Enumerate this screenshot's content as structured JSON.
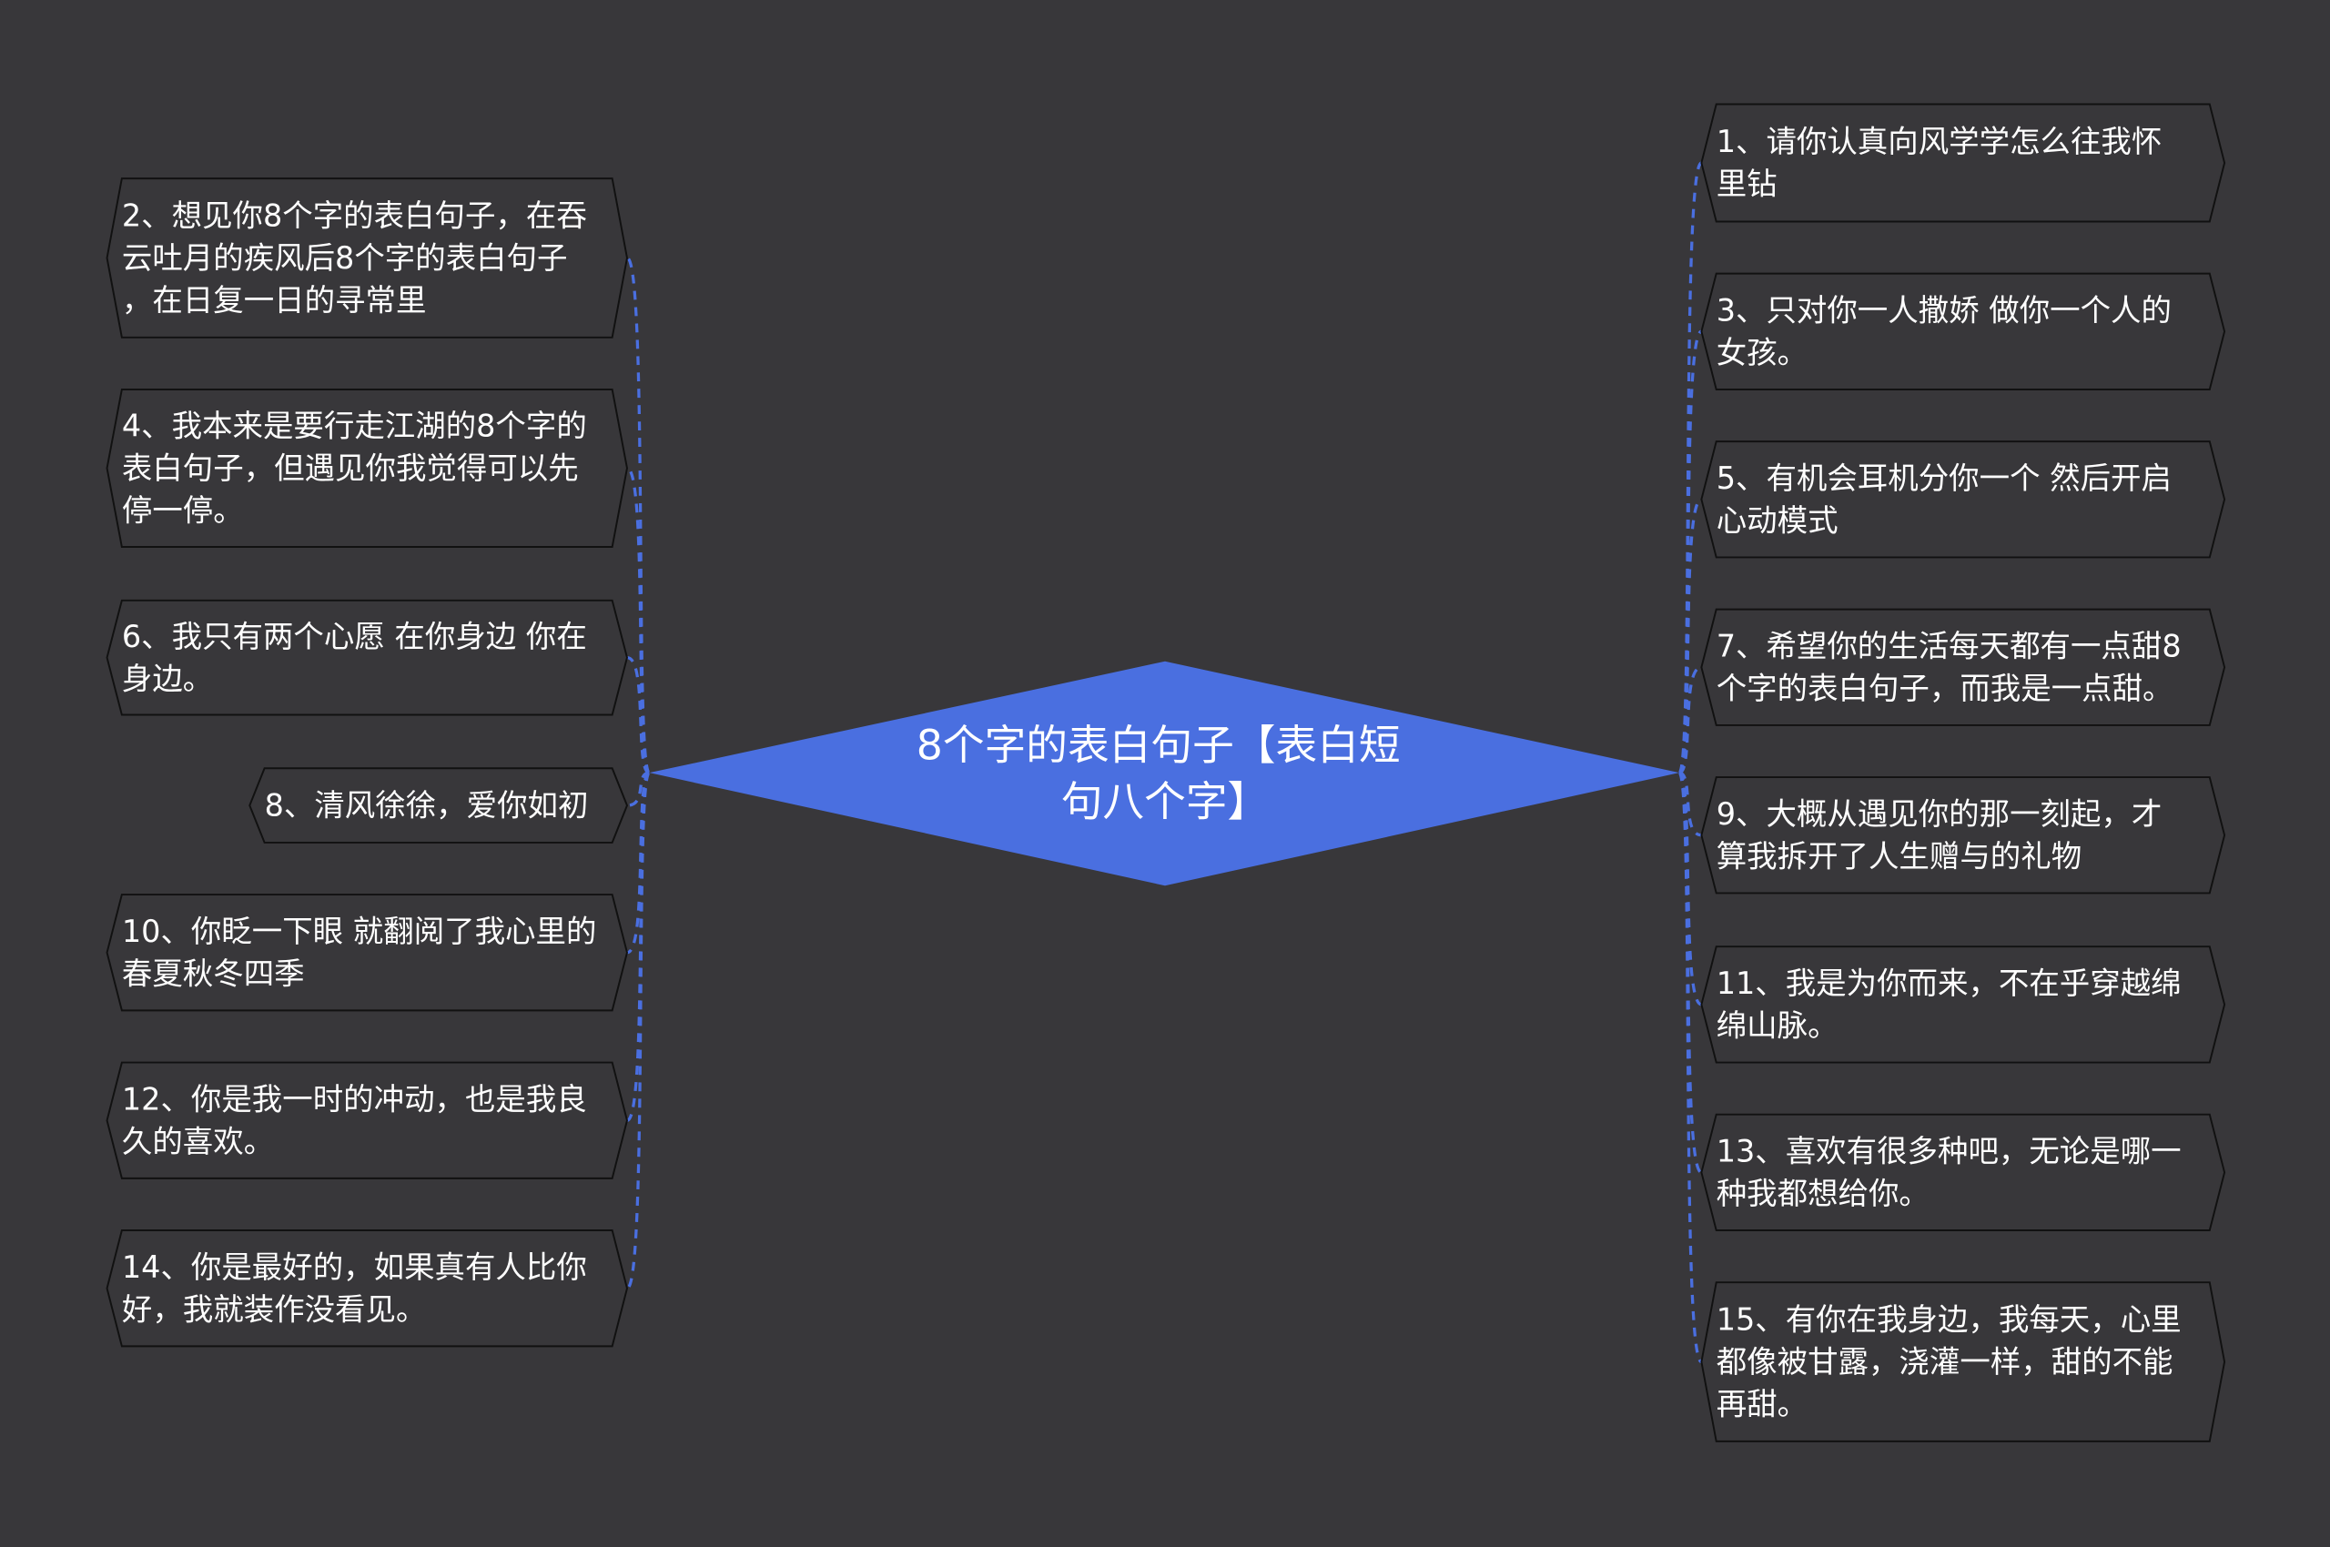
{
  "title": "8个字的表白句子【表白短句八个字】",
  "colors": {
    "background": "#38373a",
    "center": "#4a6fe0",
    "connector": "#4a6fe0",
    "node_border": "#111111",
    "text": "#ffffff"
  },
  "center": {
    "lines": [
      "8个字的表白句子【表白短",
      "句八个字】"
    ]
  },
  "left_nodes": [
    {
      "lines": [
        "2、想见你8个字的表白句子，在吞",
        "云吐月的疾风后8个字的表白句子",
        "，在日复一日的寻常里"
      ]
    },
    {
      "lines": [
        "4、我本来是要行走江湖的8个字的",
        "表白句子，但遇见你我觉得可以先",
        "停一停。"
      ]
    },
    {
      "lines": [
        "6、我只有两个心愿 在你身边 你在",
        "身边。"
      ]
    },
    {
      "lines": [
        "8、清风徐徐，爱你如初"
      ]
    },
    {
      "lines": [
        "10、你眨一下眼 就翻阅了我心里的",
        "春夏秋冬四季"
      ]
    },
    {
      "lines": [
        "12、你是我一时的冲动，也是我良",
        "久的喜欢。"
      ]
    },
    {
      "lines": [
        "14、你是最好的，如果真有人比你",
        "好，我就装作没看见。"
      ]
    }
  ],
  "right_nodes": [
    {
      "lines": [
        "1、请你认真向风学学怎么往我怀",
        "里钻"
      ]
    },
    {
      "lines": [
        "3、只对你一人撒娇 做你一个人的",
        "女孩。"
      ]
    },
    {
      "lines": [
        "5、有机会耳机分你一个 然后开启",
        "心动模式"
      ]
    },
    {
      "lines": [
        "7、希望你的生活每天都有一点甜8",
        "个字的表白句子，而我是一点甜。"
      ]
    },
    {
      "lines": [
        "9、大概从遇见你的那一刻起，才",
        "算我拆开了人生赠与的礼物"
      ]
    },
    {
      "lines": [
        "11、我是为你而来，不在乎穿越绵",
        "绵山脉。"
      ]
    },
    {
      "lines": [
        "13、喜欢有很多种吧，无论是哪一",
        "种我都想给你。"
      ]
    },
    {
      "lines": [
        "15、有你在我身边，我每天，心里",
        "都像被甘露，浇灌一样，甜的不能",
        "再甜。"
      ]
    }
  ]
}
